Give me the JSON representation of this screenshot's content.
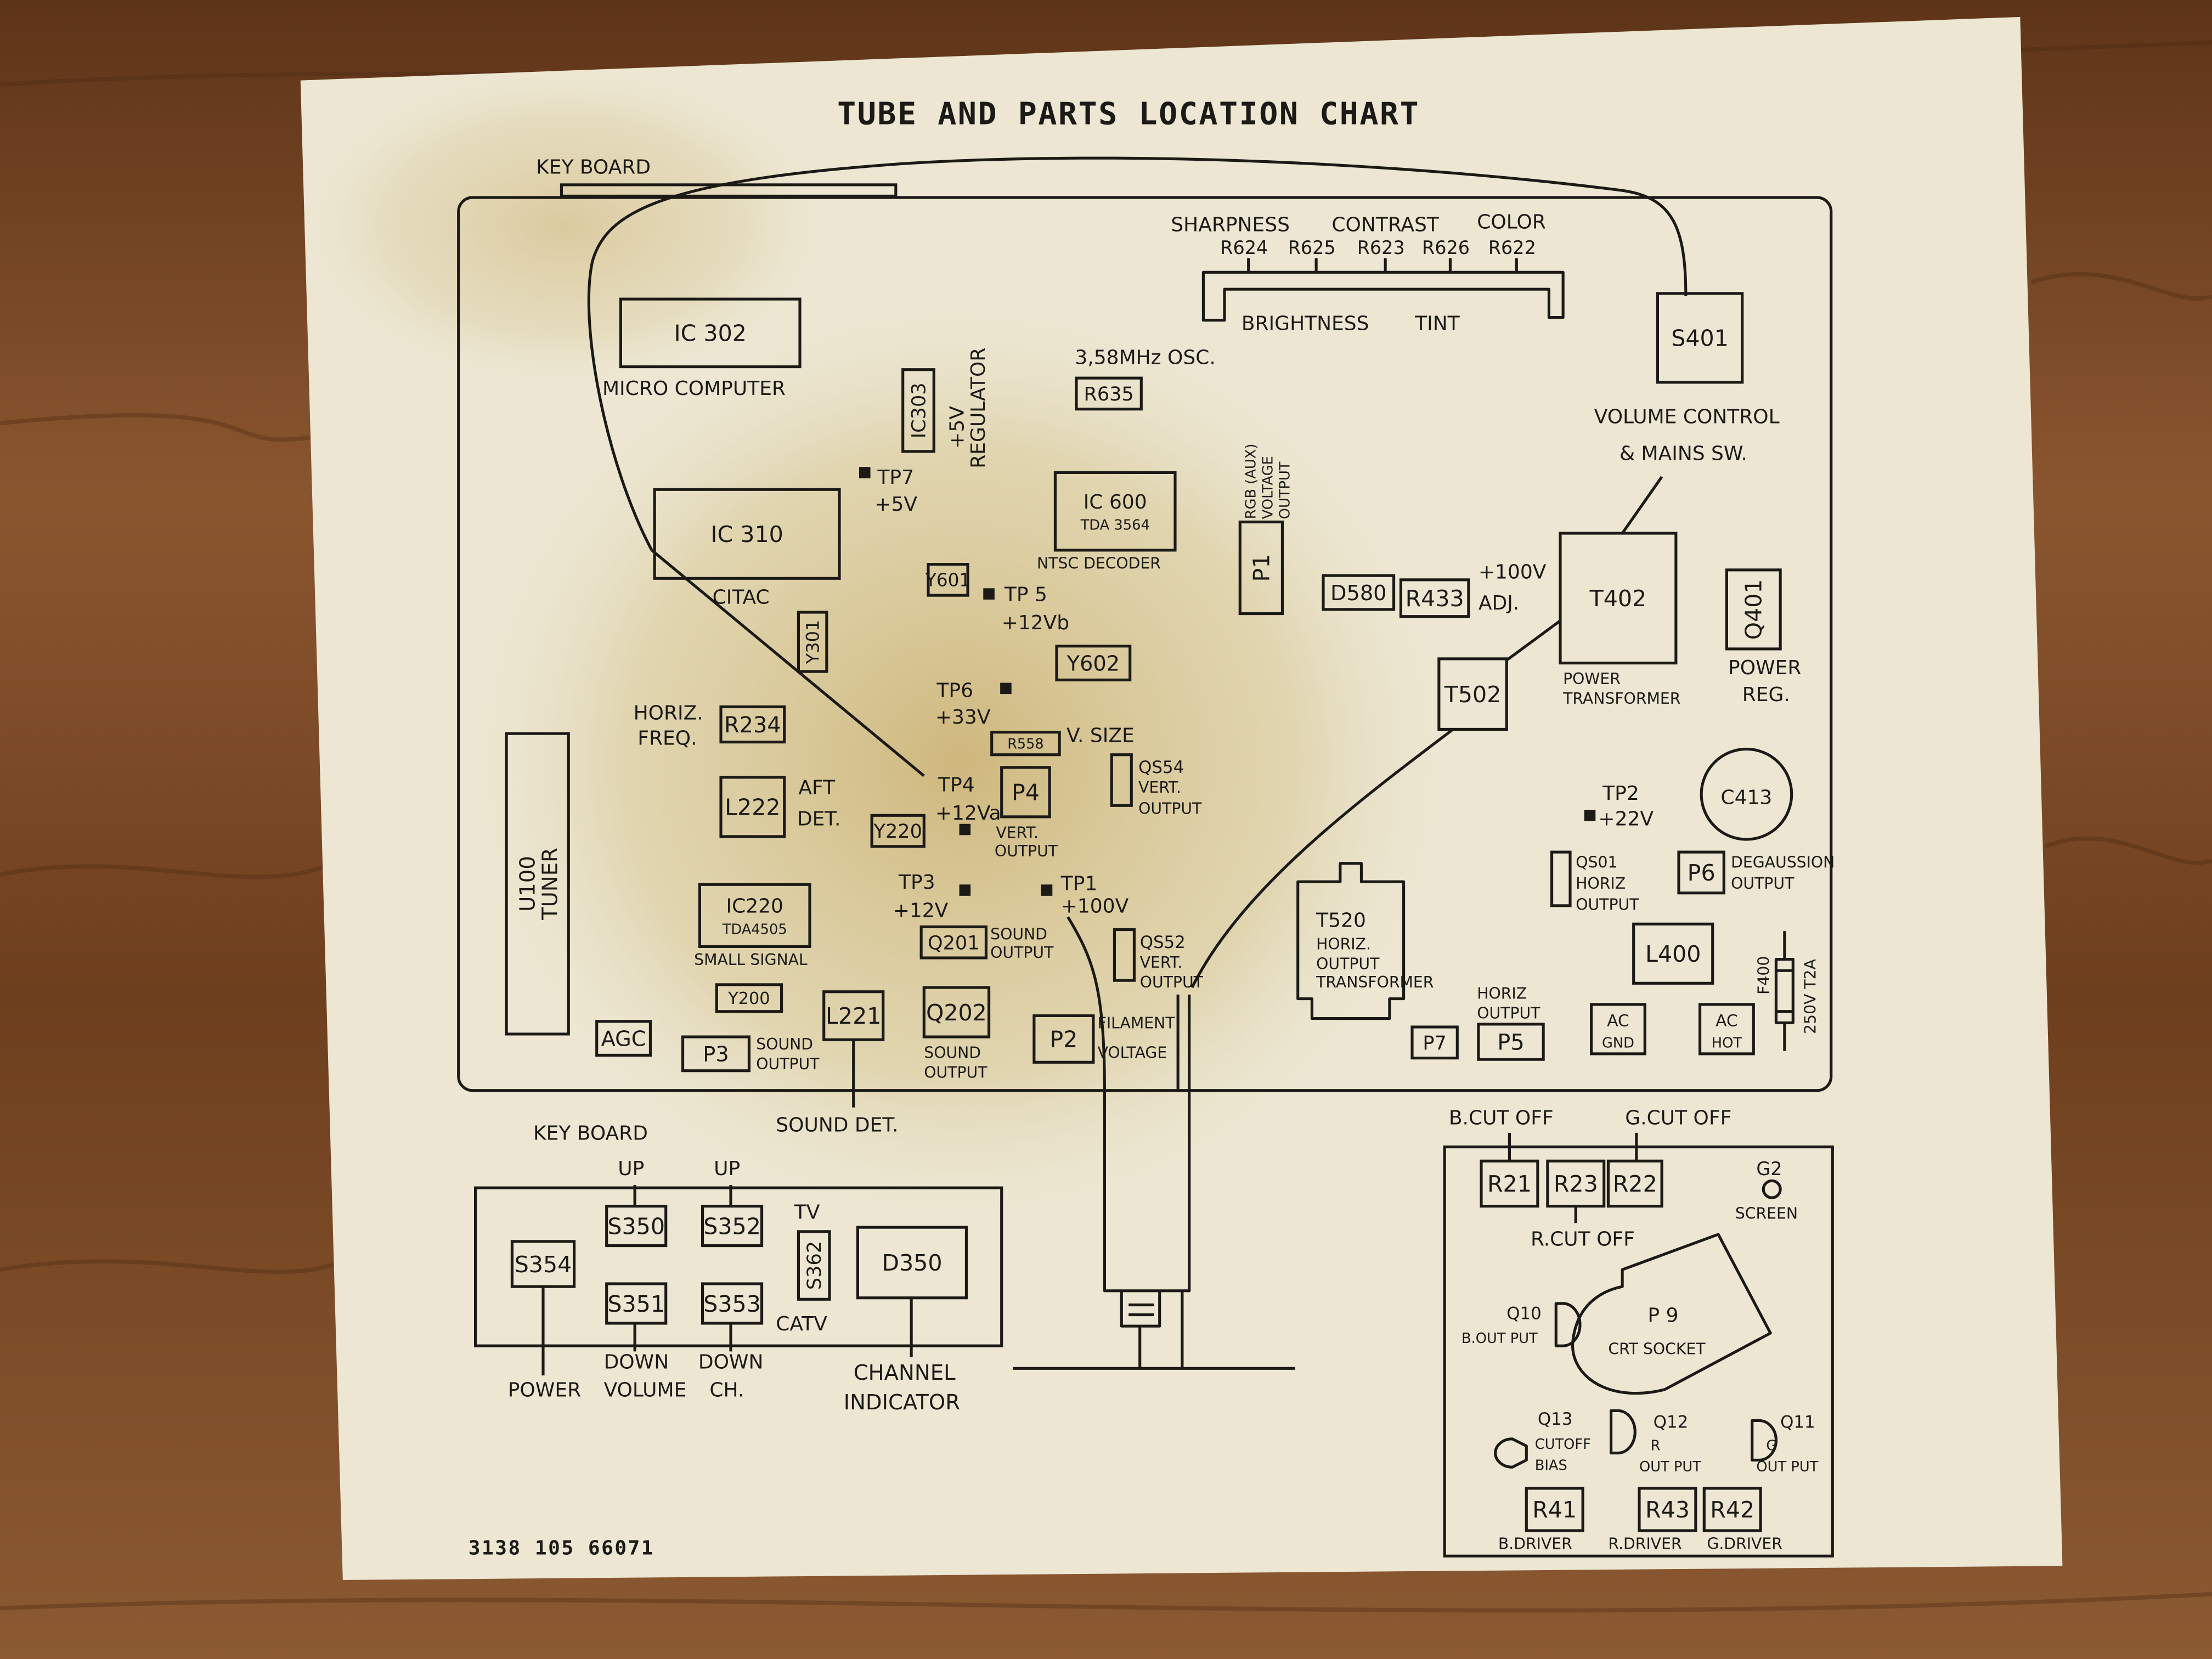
{
  "title": "TUBE AND PARTS LOCATION CHART",
  "doc_number": "3138 105 66071",
  "colors": {
    "wood": "#7a4a28",
    "paper": "#ece6d2",
    "stain": "#cdb77a",
    "ink": "#1c1a16"
  },
  "parts": {
    "ic302": "IC 302",
    "ic303": "IC303",
    "ic310": "IC 310",
    "ic600": "IC 600",
    "ic600_sub": "TDA 3564",
    "r635": "R635",
    "y601": "Y601",
    "y301": "Y301",
    "y602": "Y602",
    "r558": "R558",
    "r234": "R234",
    "l222": "L222",
    "p4": "P4",
    "y220": "Y220",
    "ic220": "IC220",
    "ic220_sub": "TDA4505",
    "q201": "Q201",
    "y200": "Y200",
    "agc": "AGC",
    "p3": "P3",
    "l221": "L221",
    "q202": "Q202",
    "p2": "P2",
    "u100": "U100",
    "u100_sub": "TUNER",
    "s401": "S401",
    "p1": "P1",
    "d580": "D580",
    "r433": "R433",
    "t402": "T402",
    "q401": "Q401",
    "t502": "T502",
    "p6": "P6",
    "l400": "L400",
    "p7": "P7",
    "p5": "P5",
    "ac_gnd": "AC",
    "ac_gnd_sub": "GND",
    "ac_hot": "AC",
    "ac_hot_sub": "HOT",
    "s350": "S350",
    "s352": "S352",
    "s354": "S354",
    "s351": "S351",
    "s353": "S353",
    "s362": "S362",
    "d350": "D350",
    "r21": "R21",
    "r23": "R23",
    "r22": "R22",
    "r41": "R41",
    "r43": "R43",
    "r42": "R42"
  },
  "notes": {
    "key_board_top": "KEY BOARD",
    "micro_computer": "MICRO COMPUTER",
    "regulator": [
      "+5V",
      "REGULATOR"
    ],
    "tp7": "TP7",
    "tp7_v": "+5V",
    "citac": "CITAC",
    "osc": "3,58MHz OSC.",
    "ntsc": "NTSC DECODER",
    "tp5": "TP 5",
    "tp5_v": "+12Vb",
    "tp6": "TP6",
    "tp6_v": "+33V",
    "v_size": "V. SIZE",
    "horiz_freq": [
      "HORIZ.",
      "FREQ."
    ],
    "aft": [
      "AFT",
      "DET."
    ],
    "tp4": "TP4",
    "tp4_v": "+12Va",
    "p4_desc": [
      "VERT.",
      "OUTPUT"
    ],
    "qs54": "QS54",
    "qs54_desc": [
      "VERT.",
      "OUTPUT"
    ],
    "tp3": "TP3",
    "tp3_v": "+12V",
    "tp1": "TP1",
    "tp1_v": "+100V",
    "small_signal": "SMALL SIGNAL",
    "q201_desc": [
      "SOUND",
      "OUTPUT"
    ],
    "qs52": "QS52",
    "qs52_desc": [
      "VERT.",
      "OUTPUT"
    ],
    "p3_desc": [
      "SOUND",
      "OUTPUT"
    ],
    "sound_det": "SOUND DET.",
    "q202_desc": [
      "SOUND",
      "OUTPUT"
    ],
    "p2_desc": [
      "FILAMENT",
      "VOLTAGE"
    ],
    "sharpness": "SHARPNESS",
    "contrast": "CONTRAST",
    "color": "COLOR",
    "pots": [
      "R624",
      "R625",
      "R623",
      "R626",
      "R622"
    ],
    "brightness": "BRIGHTNESS",
    "tint": "TINT",
    "s401_desc": [
      "VOLUME CONTROL",
      "& MAINS SW."
    ],
    "p1_desc": [
      "RGB (AUX)",
      "VOLTAGE",
      "OUTPUT"
    ],
    "adj": [
      "+100V",
      "ADJ."
    ],
    "t402_desc": [
      "POWER",
      "TRANSFORMER"
    ],
    "q401_desc": [
      "POWER",
      "REG."
    ],
    "c413": "C413",
    "tp2": "TP2",
    "tp2_v": "+22V",
    "qs01": "QS01",
    "qs01_desc": [
      "HORIZ",
      "OUTPUT"
    ],
    "p6_desc": [
      "DEGAUSSION",
      "OUTPUT"
    ],
    "t520": "T520",
    "t520_desc": [
      "HORIZ.",
      "OUTPUT",
      "TRANSFORMER"
    ],
    "f400": "F400",
    "f400_rating": "250V T2A",
    "p5_desc": [
      "HORIZ",
      "OUTPUT"
    ],
    "key_board": "KEY BOARD",
    "up1": "UP",
    "up2": "UP",
    "tv": "TV",
    "catv": "CATV",
    "power": "POWER",
    "down_volume": [
      "DOWN",
      "VOLUME"
    ],
    "down_ch": [
      "DOWN",
      "CH."
    ],
    "channel_indicator": [
      "CHANNEL",
      "INDICATOR"
    ],
    "b_cut": "B.CUT OFF",
    "g_cut": "G.CUT OFF",
    "r_cut": "R.CUT OFF",
    "g2": "G2",
    "screen": "SCREEN",
    "p9": "P 9",
    "crt_socket": "CRT SOCKET",
    "q10": "Q10",
    "q10_desc": "B.OUT PUT",
    "q13": "Q13",
    "q13_desc": [
      "CUTOFF",
      "BIAS"
    ],
    "q12": "Q12",
    "q12_desc": [
      "R",
      "OUT PUT"
    ],
    "q11": "Q11",
    "q11_desc": [
      "G",
      "OUT PUT"
    ],
    "b_driver": "B.DRIVER",
    "r_driver": "R.DRIVER",
    "g_driver": "G.DRIVER"
  }
}
